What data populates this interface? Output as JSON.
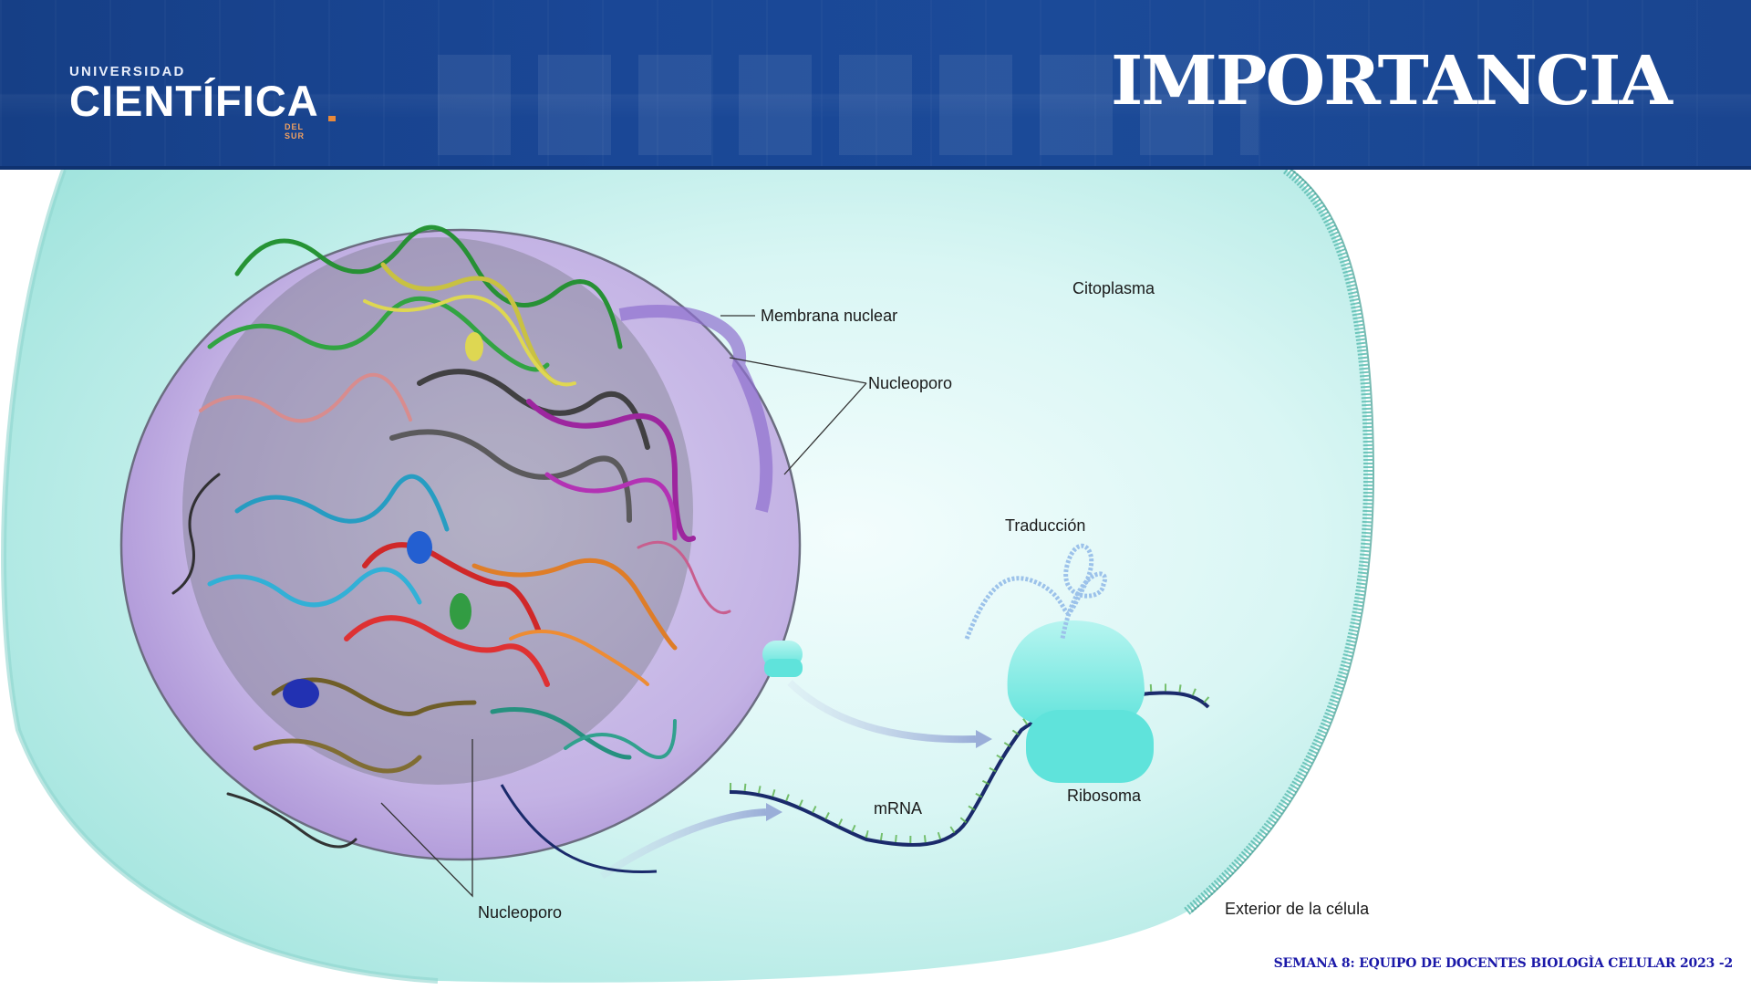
{
  "header": {
    "logo": {
      "line1": "UNIVERSIDAD",
      "line2": "CIENTÍFICA",
      "line3": "DEL SUR"
    },
    "title": "IMPORTANCIA"
  },
  "diagram": {
    "labels": {
      "membrana_nuclear": "Membrana nuclear",
      "citoplasma": "Citoplasma",
      "nucleoporo_top": "Nucleoporo",
      "traduccion": "Traducción",
      "mrna": "mRNA",
      "ribosoma": "Ribosoma",
      "nucleoporo_bottom": "Nucleoporo",
      "exterior": "Exterior de la célula"
    },
    "colors": {
      "cytoplasm": "#bfeeea",
      "cell_membrane": "#5bbcb0",
      "nucleus": "#b9a4dc",
      "ribosome": "#5fe3db",
      "mrna_backbone": "#1a2a6b"
    }
  },
  "footer": {
    "text": "SEMANA 8: EQUIPO DE DOCENTES BIOLOGÌA CELULAR 2023 -2"
  }
}
